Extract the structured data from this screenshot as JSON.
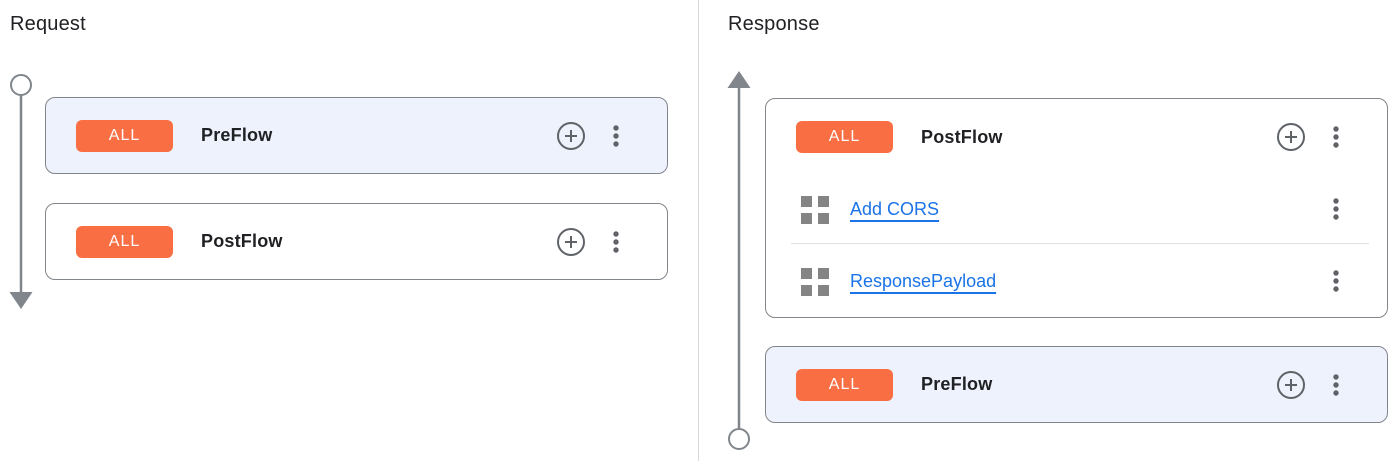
{
  "colors": {
    "badge_bg": "#f96e42",
    "badge_text": "#ffffff",
    "selected_card_bg": "#edf2fc",
    "card_bg": "#ffffff",
    "card_border": "#80868b",
    "heading_text": "#202124",
    "flow_label_text": "#202124",
    "link": "#1a73e8",
    "timeline": "#80868b",
    "icon_muted": "#5f6368",
    "grid_icon": "#848484",
    "divider": "#e0e0e0",
    "panel_divider": "#d8d8d8"
  },
  "request_panel": {
    "title": "Request",
    "timeline_direction": "down",
    "flows": [
      {
        "badge": "ALL",
        "label": "PreFlow",
        "selected": true,
        "policies": []
      },
      {
        "badge": "ALL",
        "label": "PostFlow",
        "selected": false,
        "policies": []
      }
    ]
  },
  "response_panel": {
    "title": "Response",
    "timeline_direction": "up",
    "flows": [
      {
        "badge": "ALL",
        "label": "PostFlow",
        "selected": false,
        "policies": [
          {
            "name": "Add CORS"
          },
          {
            "name": "ResponsePayload"
          }
        ]
      },
      {
        "badge": "ALL",
        "label": "PreFlow",
        "selected": true,
        "policies": []
      }
    ]
  },
  "icons": {
    "add_policy": "plus-circle-icon",
    "flow_menu": "kebab-menu-icon",
    "policy_handle": "grid-icon"
  }
}
